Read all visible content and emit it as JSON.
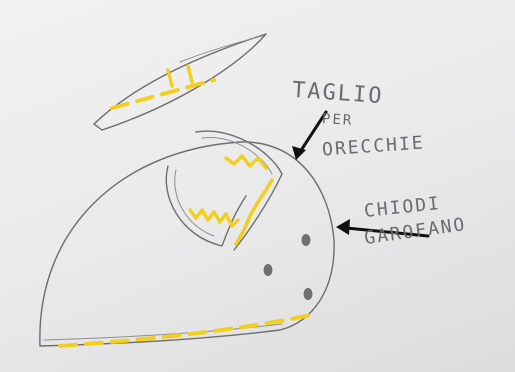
{
  "annotations": {
    "cut": {
      "lines": [
        "TAGLIO",
        "PER",
        "ORECCHIE"
      ]
    },
    "cloves": {
      "lines": [
        "CHIODI",
        "GAROFANO"
      ]
    }
  },
  "colors": {
    "paper": "#ececed",
    "pencil": "#6d6d72",
    "highlighter": "#f2cf1d",
    "arrow": "#111111"
  }
}
